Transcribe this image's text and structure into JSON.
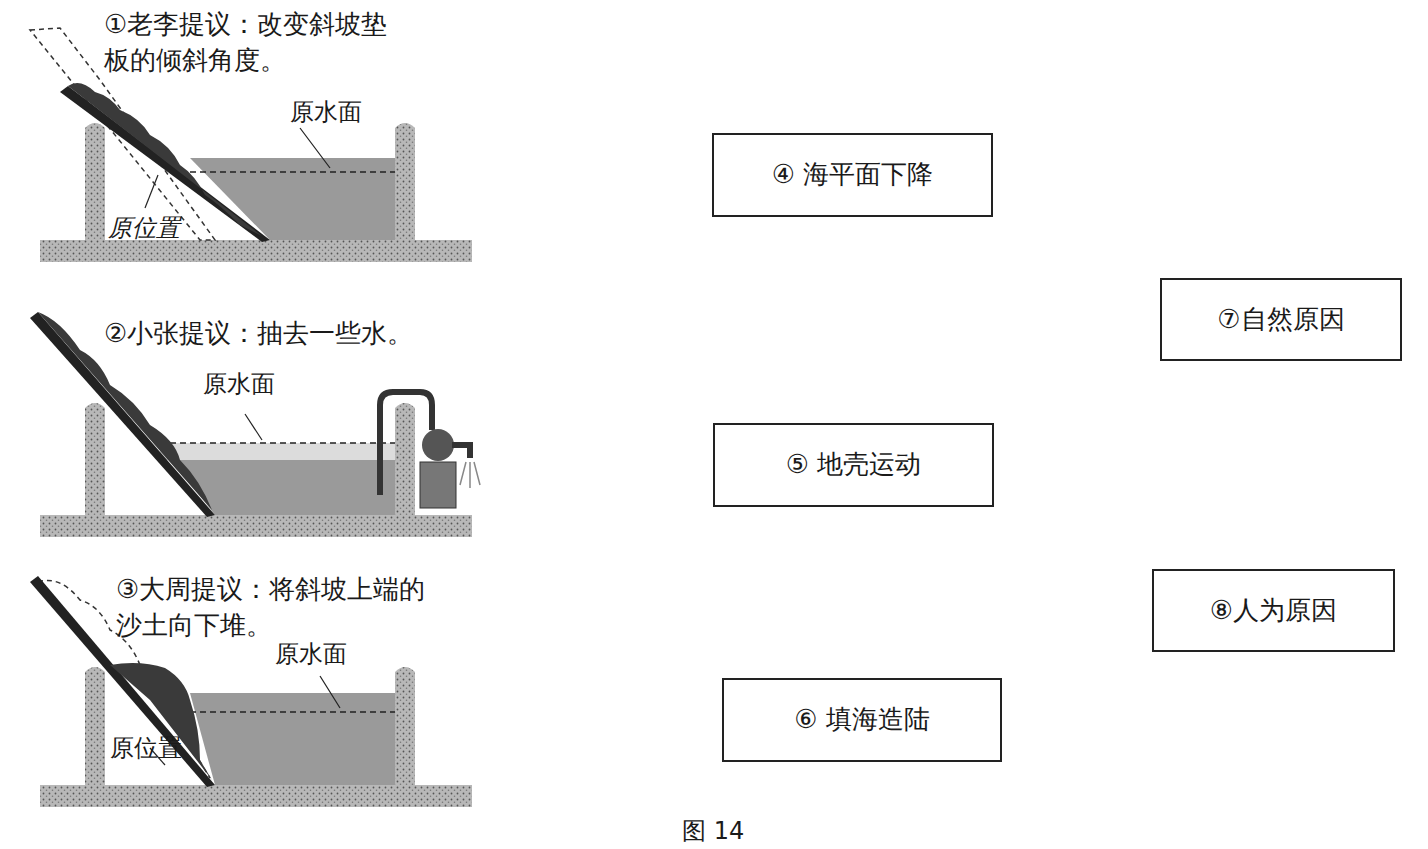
{
  "diagram": {
    "caption": "图 14",
    "nodes": [
      {
        "text": [
          "④ 海平面下降"
        ]
      },
      {
        "text": [
          "⑦自然原因"
        ]
      },
      {
        "text": [
          "⑤ 地壳运动"
        ]
      },
      {
        "text": [
          "⑧人为原因"
        ]
      },
      {
        "text": [
          "⑥ 填海造陆"
        ]
      }
    ],
    "labels": [
      "①老李提议：改变斜坡垫板的倾斜角度。",
      "原水面",
      "原位置",
      "②小张提议：抽去一些水。",
      "原水面",
      "③大周提议：将斜坡上端的沙土向下堆。",
      "原水面",
      "原位置"
    ]
  }
}
